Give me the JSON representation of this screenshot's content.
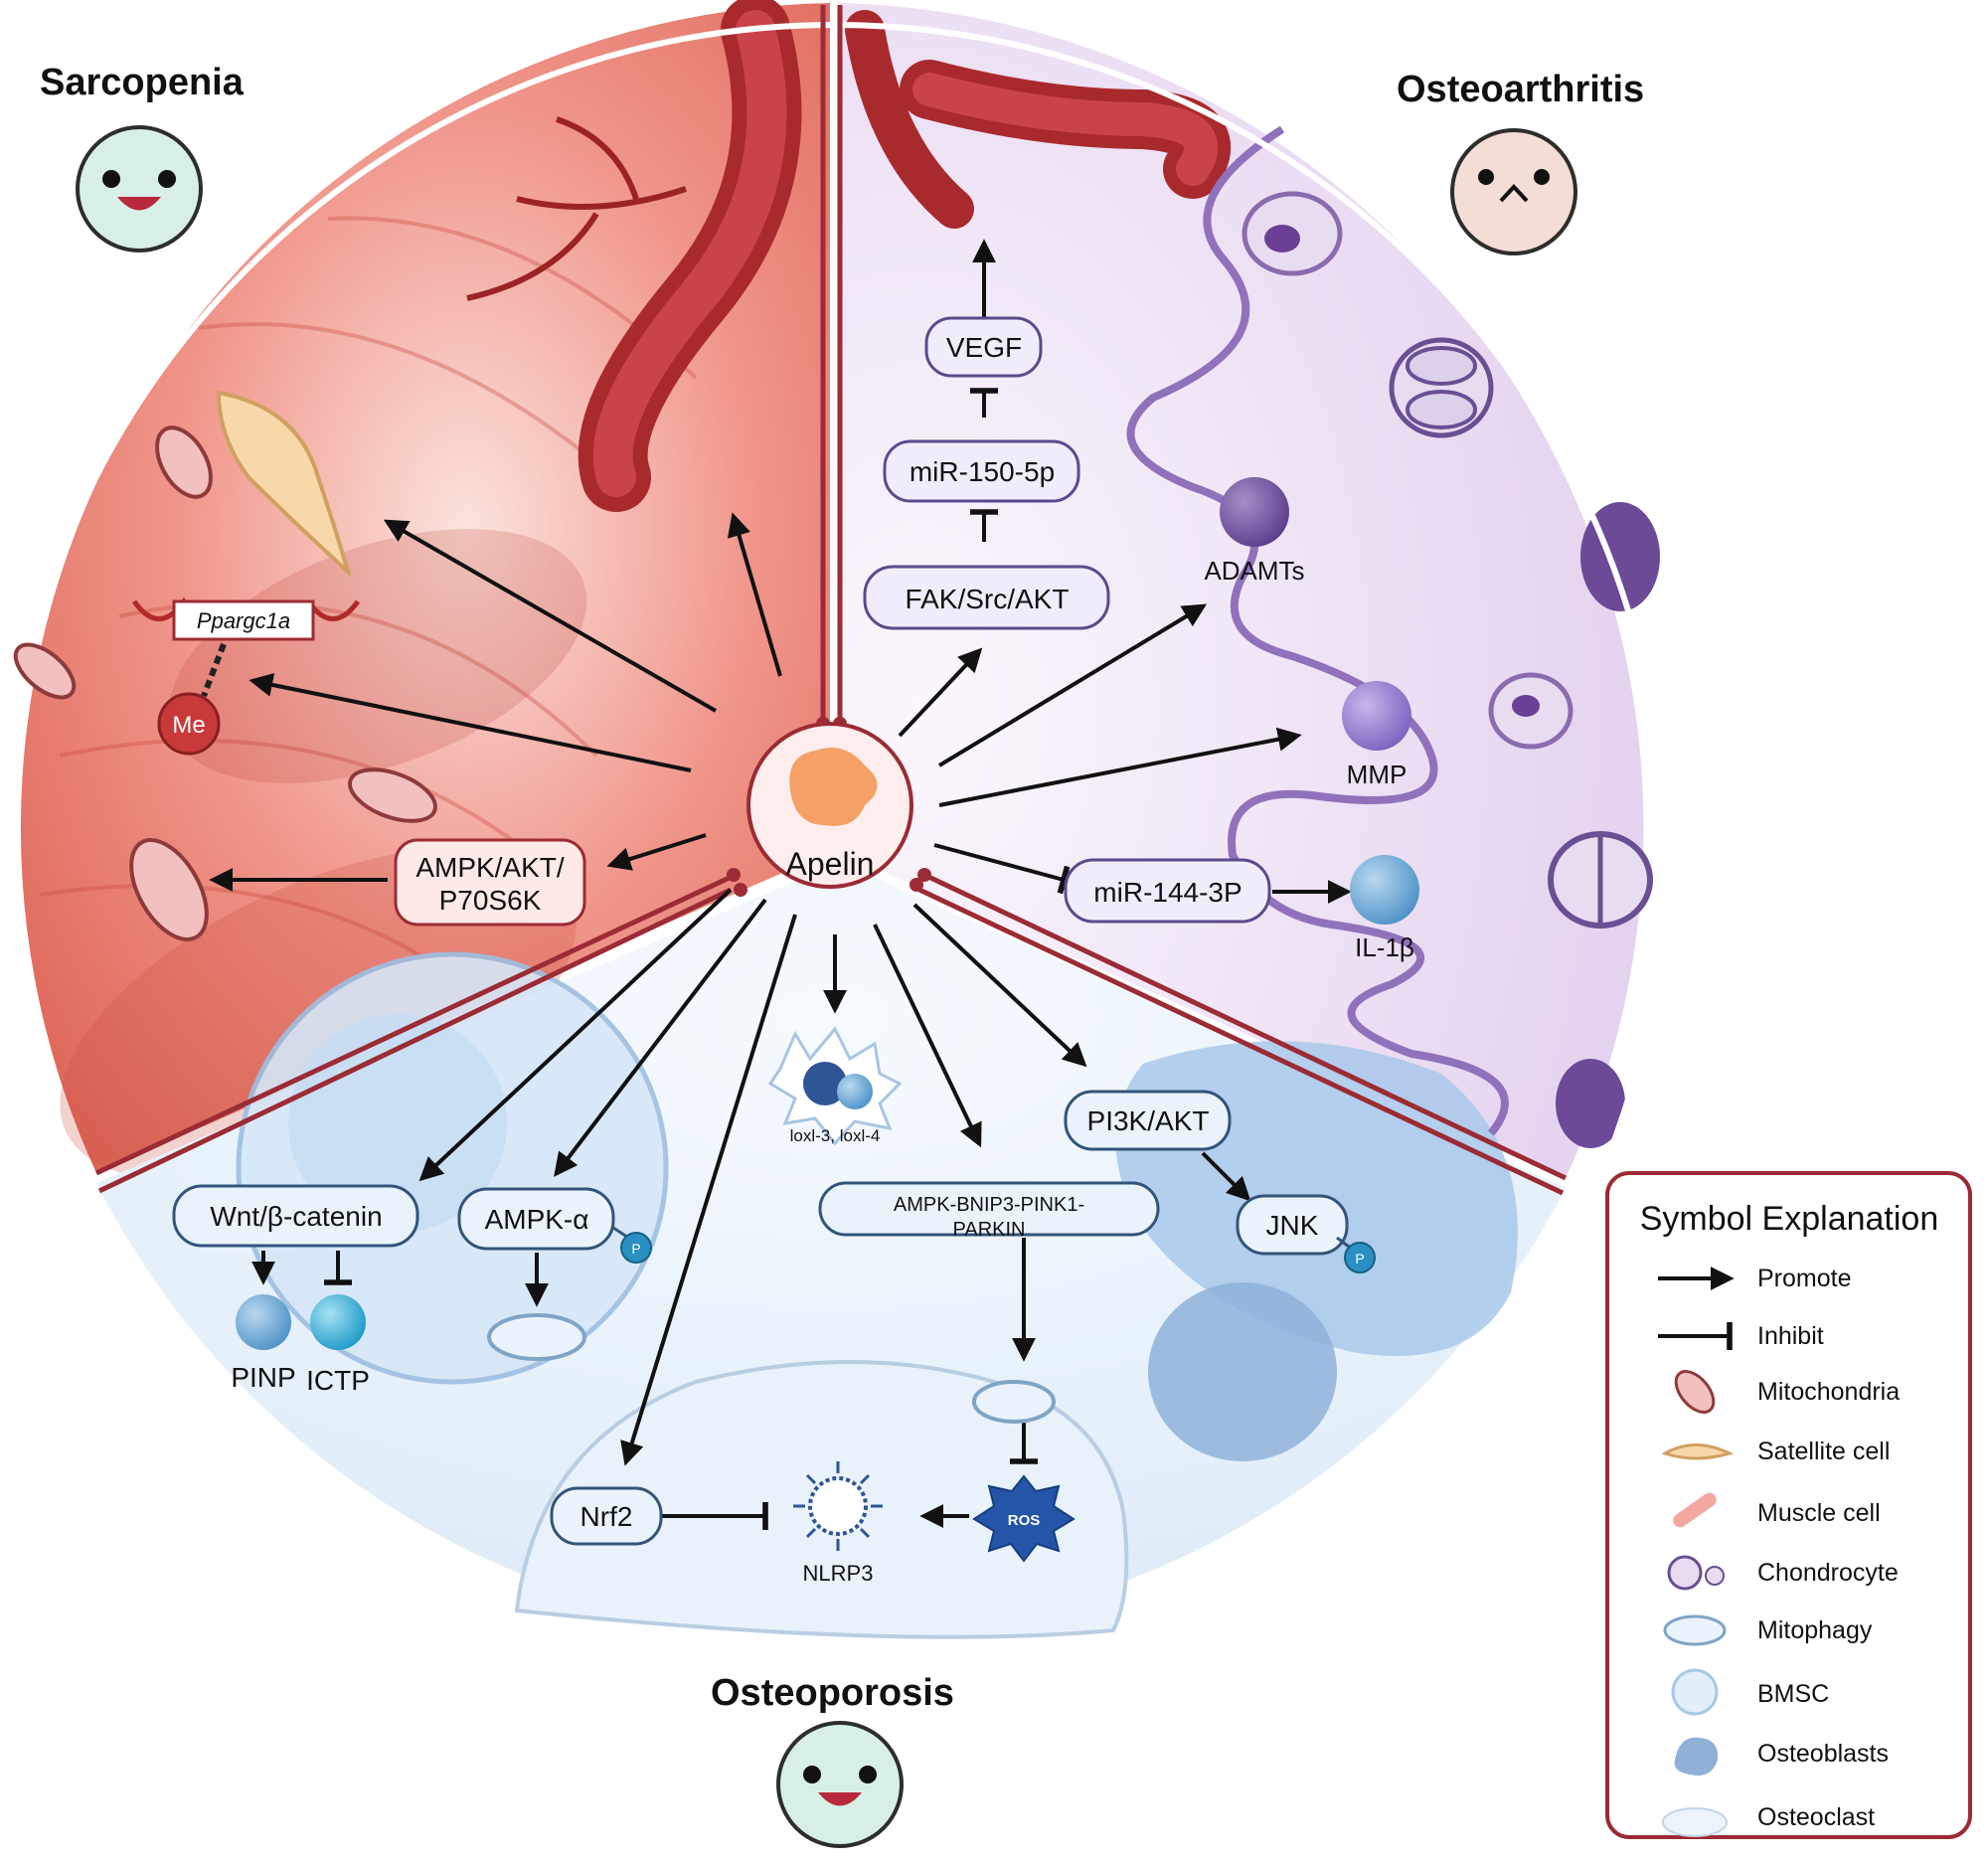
{
  "sections": {
    "sarcopenia": "Sarcopenia",
    "osteoarthritis": "Osteoarthritis",
    "osteoporosis": "Osteoporosis"
  },
  "center": "Apelin",
  "sarcopenia_nodes": {
    "gene": "Ppargc1a",
    "methyl": "Me",
    "ampk_line1": "AMPK/AKT/",
    "ampk_line2": "P70S6K"
  },
  "osteoarthritis_nodes": {
    "vegf": "VEGF",
    "mir150": "miR-150-5p",
    "fak": "FAK/Src/AKT",
    "adamts": "ADAMTs",
    "mmp": "MMP",
    "mir144": "miR-144-3P",
    "il1b": "IL-1β"
  },
  "osteoporosis_nodes": {
    "wnt": "Wnt/β-catenin",
    "pinp": "PINP",
    "ictp": "ICTP",
    "ampka": "AMPK-α",
    "phospho": "P",
    "loxl": "loxl-3, loxl-4",
    "bnip_line1": "AMPK-BNIP3-PINK1-",
    "bnip_line2": "PARKIN",
    "pi3k": "PI3K/AKT",
    "jnk": "JNK",
    "ros": "ROS",
    "nlrp3": "NLRP3",
    "nrf2": "Nrf2"
  },
  "legend": {
    "title": "Symbol Explanation",
    "items": [
      {
        "label": "Promote",
        "icon": "promote-arrow"
      },
      {
        "label": "Inhibit",
        "icon": "inhibit-bar"
      },
      {
        "label": "Mitochondria",
        "icon": "mitochondria"
      },
      {
        "label": "Satellite cell",
        "icon": "satellite-cell"
      },
      {
        "label": "Muscle cell",
        "icon": "muscle-cell"
      },
      {
        "label": "Chondrocyte",
        "icon": "chondrocyte"
      },
      {
        "label": "Mitophagy",
        "icon": "mitophagy"
      },
      {
        "label": "BMSC",
        "icon": "bmsc"
      },
      {
        "label": "Osteoblasts",
        "icon": "osteoblast"
      },
      {
        "label": "Osteoclast",
        "icon": "osteoclast"
      }
    ]
  },
  "colors": {
    "border": "#9b2b35",
    "sarcopenia_bg": "#e8705e",
    "osteoarthritis_bg": "#ece0f3",
    "osteoporosis_bg": "#e7f1fb",
    "node_fill_oa": "#f1ecfb",
    "node_stroke_oa": "#5b4a8f",
    "node_stroke_op": "#33547a",
    "node_fill_op": "#eaf3fc"
  }
}
